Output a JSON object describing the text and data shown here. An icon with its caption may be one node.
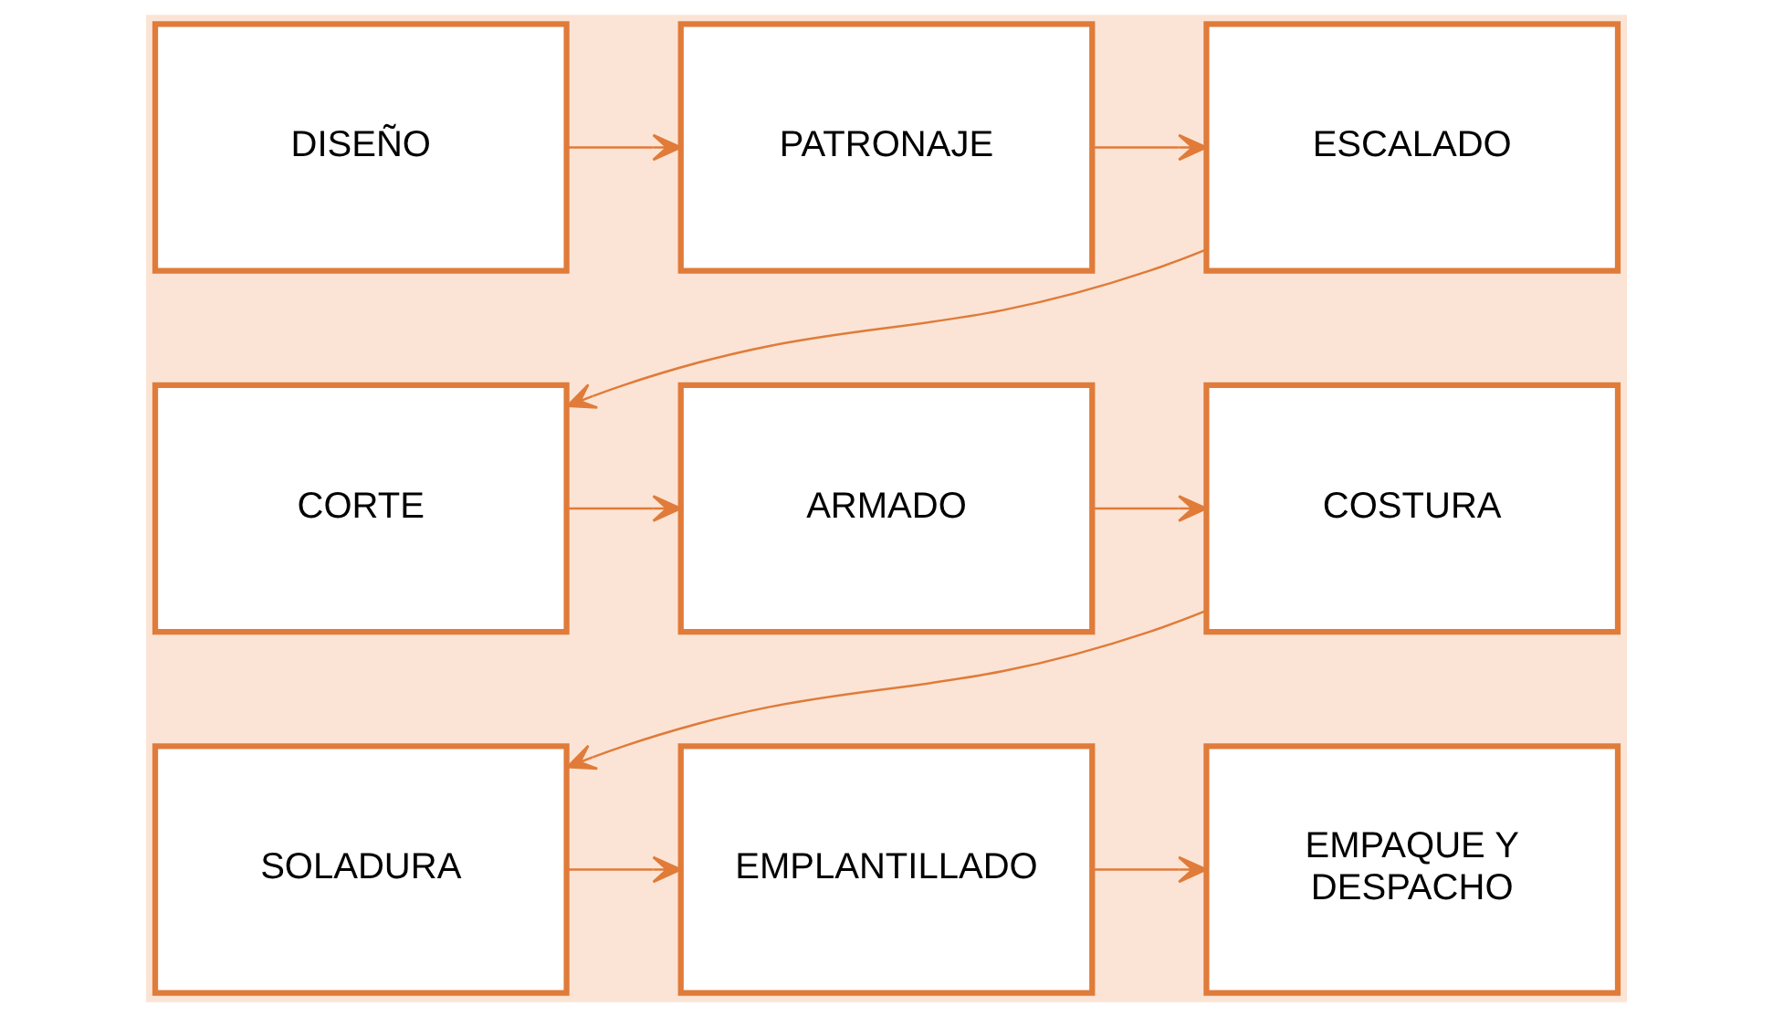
{
  "diagram": {
    "nodes": [
      {
        "text": [
          "DISEÑO"
        ]
      },
      {
        "text": [
          "PATRONAJE"
        ]
      },
      {
        "text": [
          "ESCALADO"
        ]
      },
      {
        "text": [
          "CORTE"
        ]
      },
      {
        "text": [
          "ARMADO"
        ]
      },
      {
        "text": [
          "COSTURA"
        ]
      },
      {
        "text": [
          "SOLADURA"
        ]
      },
      {
        "text": [
          "EMPLANTILLADO"
        ]
      },
      {
        "text": [
          "EMPAQUE Y DESPACHO"
        ]
      }
    ],
    "edges": [
      {
        "from": 0,
        "to": 1,
        "arrow": "to"
      },
      {
        "from": 1,
        "to": 2,
        "arrow": "to"
      },
      {
        "from": 2,
        "to": 3,
        "arrow": "to"
      },
      {
        "from": 3,
        "to": 4,
        "arrow": "to"
      },
      {
        "from": 4,
        "to": 5,
        "arrow": "to"
      },
      {
        "from": 5,
        "to": 6,
        "arrow": "to"
      },
      {
        "from": 6,
        "to": 7,
        "arrow": "to"
      },
      {
        "from": 7,
        "to": 8,
        "arrow": "to"
      }
    ]
  }
}
